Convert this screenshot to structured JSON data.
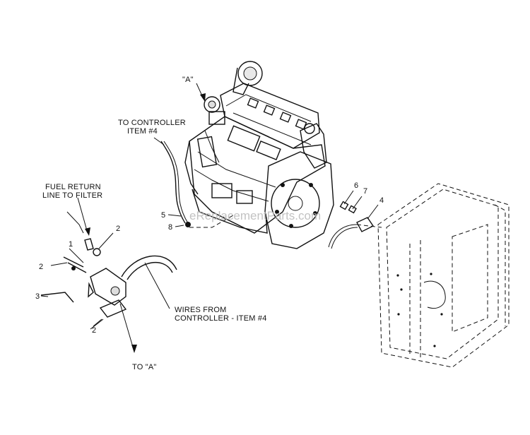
{
  "labels": {
    "a_marker": "\"A\"",
    "to_controller_1": "TO CONTROLLER",
    "to_controller_2": "ITEM #4",
    "fuel_return_1": "FUEL RETURN",
    "fuel_return_2": "LINE TO FILTER",
    "wires_from_1": "WIRES FROM",
    "wires_from_2": "CONTROLLER - ITEM #4",
    "to_a": "TO \"A\""
  },
  "callouts": {
    "n1": "1",
    "n2_top": "2",
    "n2_left": "2",
    "n2_bottom": "2",
    "n3": "3",
    "n4": "4",
    "n5": "5",
    "n6": "6",
    "n7": "7",
    "n8": "8"
  },
  "watermark": "eReplacementParts.com"
}
